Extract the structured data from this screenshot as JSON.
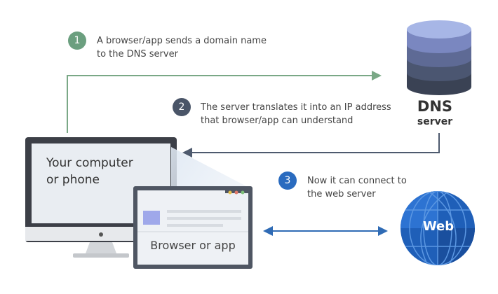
{
  "colors": {
    "step1": "#6b9f7f",
    "step2": "#4a5568",
    "step3": "#2a6bbf",
    "arrow1": "#7aa886",
    "arrow2": "#4e5a6e",
    "arrow3": "#2f6bb5"
  },
  "steps": [
    {
      "number": "1",
      "line1": "A browser/app sends a domain name",
      "line2": "to the DNS server"
    },
    {
      "number": "2",
      "line1": "The server translates it into an IP address",
      "line2": "that browser/app can understand"
    },
    {
      "number": "3",
      "line1": "Now it can connect to",
      "line2": "the web server"
    }
  ],
  "dns": {
    "title": "DNS",
    "subtitle": "server",
    "icon": "database-icon"
  },
  "computer": {
    "line1": "Your computer",
    "line2": "or phone",
    "icon": "monitor-icon"
  },
  "browser": {
    "label": "Browser or app",
    "icon": "browser-window-icon"
  },
  "web": {
    "label": "Web",
    "icon": "globe-icon"
  }
}
